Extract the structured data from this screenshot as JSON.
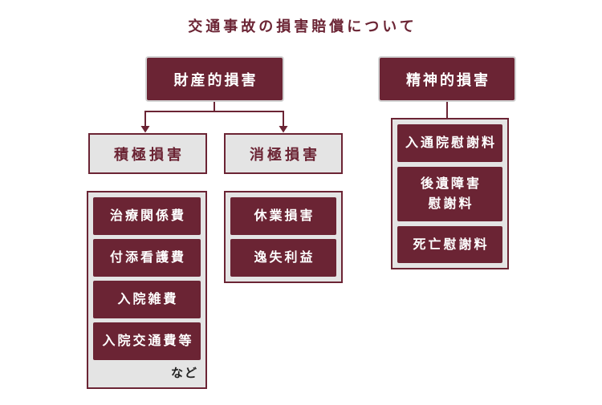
{
  "title": "交通事故の損害賠償について",
  "colors": {
    "primary": "#6b2434",
    "panel": "#e4e4e4",
    "note": "#222222"
  },
  "property": {
    "label": "財産的損害",
    "positive": {
      "label": "積極損害",
      "items": [
        "治療関係費",
        "付添看護費",
        "入院雑費",
        "入院交通費等"
      ],
      "note": "など"
    },
    "negative": {
      "label": "消極損害",
      "items": [
        "休業損害",
        "逸失利益"
      ]
    }
  },
  "mental": {
    "label": "精神的損害",
    "items": [
      "入通院慰謝料",
      "後遺障害\n慰謝料",
      "死亡慰謝料"
    ]
  }
}
